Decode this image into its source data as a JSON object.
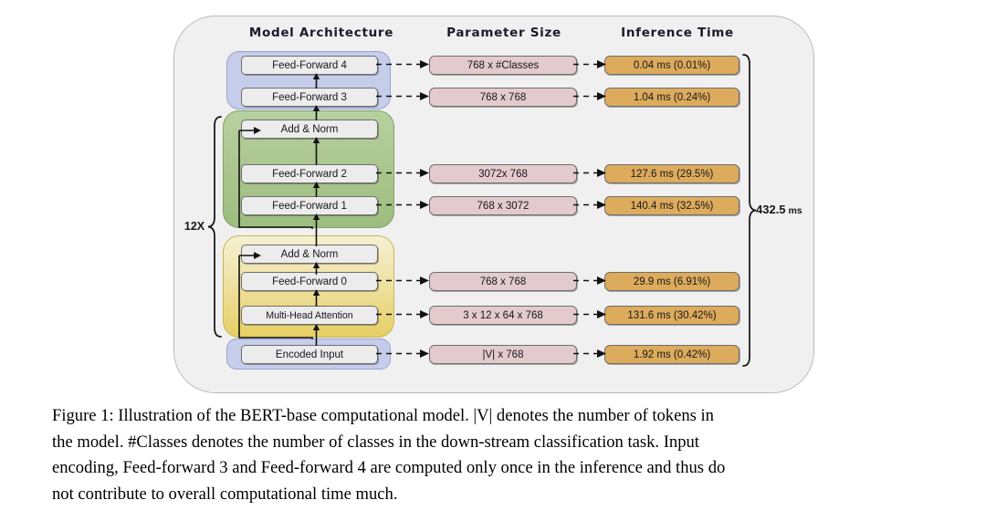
{
  "figure": {
    "columns": [
      {
        "id": "architecture",
        "label": "Model Architecture"
      },
      {
        "id": "parameter",
        "label": "Parameter Size"
      },
      {
        "id": "time",
        "label": "Inference Time"
      }
    ],
    "loop_label": "12X",
    "total_time": {
      "value": "432.5",
      "unit": "ms"
    },
    "rows": [
      {
        "node": "Feed-Forward 4",
        "param": "768 x #Classes",
        "time": "0.04 ms (0.01%)",
        "group": "blue-top"
      },
      {
        "node": "Feed-Forward 3",
        "param": "768 x 768",
        "time": "1.04 ms (0.24%)",
        "group": "blue-top"
      },
      {
        "node": "Add & Norm",
        "param": "",
        "time": "",
        "group": "green"
      },
      {
        "node": "Feed-Forward 2",
        "param": "3072x 768",
        "time": "127.6 ms (29.5%)",
        "group": "green"
      },
      {
        "node": "Feed-Forward 1",
        "param": "768 x 3072",
        "time": "140.4 ms (32.5%)",
        "group": "green"
      },
      {
        "node": "Add & Norm",
        "param": "",
        "time": "",
        "group": "yellow"
      },
      {
        "node": "Feed-Forward 0",
        "param": "768 x 768",
        "time": "29.9 ms (6.91%)",
        "group": "yellow"
      },
      {
        "node": "Multi-Head Attention",
        "param": "3 x 12 x 64 x 768",
        "time": "131.6 ms (30.42%)",
        "group": "yellow"
      },
      {
        "node": "Encoded Input",
        "param": "|V| x 768",
        "time": "1.92 ms (0.42%)",
        "group": "blue-bottom"
      }
    ],
    "colors": {
      "panel_bg": "#f0f0f0",
      "group_blue": "#c6cdeb",
      "group_green": "#a9c58d",
      "group_yellow": "#efe2a5",
      "node_box": "#ececec",
      "param_box": "#e3cbcd",
      "time_box": "#ddab5c",
      "outline": "#6e6e6e"
    }
  },
  "caption": {
    "lines": [
      "Figure 1: Illustration of the BERT-base computational model. |V| denotes the number of tokens in",
      "the model. #Classes denotes the number of classes in the down-stream classification task. Input",
      "encoding, Feed-forward 3 and Feed-forward 4 are computed only once in the inference and thus do",
      "not contribute to overall computational time much."
    ],
    "label": "Figure 1:"
  }
}
